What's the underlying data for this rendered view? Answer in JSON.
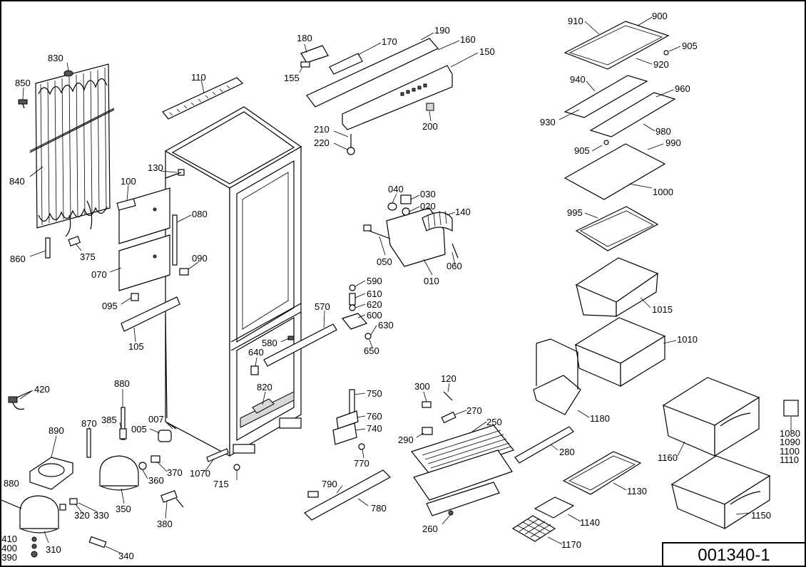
{
  "document_number": "001340-1",
  "callouts": [
    {
      "id": "830",
      "label": "830"
    },
    {
      "id": "850",
      "label": "850"
    },
    {
      "id": "840",
      "label": "840"
    },
    {
      "id": "860",
      "label": "860"
    },
    {
      "id": "375",
      "label": "375"
    },
    {
      "id": "110",
      "label": "110"
    },
    {
      "id": "130",
      "label": "130"
    },
    {
      "id": "100",
      "label": "100"
    },
    {
      "id": "080",
      "label": "080"
    },
    {
      "id": "090",
      "label": "090"
    },
    {
      "id": "070",
      "label": "070"
    },
    {
      "id": "095",
      "label": "095"
    },
    {
      "id": "105",
      "label": "105"
    },
    {
      "id": "420",
      "label": "420"
    },
    {
      "id": "880a",
      "label": "880"
    },
    {
      "id": "385",
      "label": "385"
    },
    {
      "id": "870",
      "label": "870"
    },
    {
      "id": "890",
      "label": "890"
    },
    {
      "id": "007",
      "label": "007"
    },
    {
      "id": "005",
      "label": "005"
    },
    {
      "id": "370",
      "label": "370"
    },
    {
      "id": "360",
      "label": "360"
    },
    {
      "id": "350",
      "label": "350"
    },
    {
      "id": "1070",
      "label": "1070"
    },
    {
      "id": "715",
      "label": "715"
    },
    {
      "id": "380",
      "label": "380"
    },
    {
      "id": "880b",
      "label": "880"
    },
    {
      "id": "320",
      "label": "320"
    },
    {
      "id": "330",
      "label": "330"
    },
    {
      "id": "310",
      "label": "310"
    },
    {
      "id": "410",
      "label": "410"
    },
    {
      "id": "400",
      "label": "400"
    },
    {
      "id": "390",
      "label": "390"
    },
    {
      "id": "340",
      "label": "340"
    },
    {
      "id": "180",
      "label": "180"
    },
    {
      "id": "170",
      "label": "170"
    },
    {
      "id": "190",
      "label": "190"
    },
    {
      "id": "160",
      "label": "160"
    },
    {
      "id": "150",
      "label": "150"
    },
    {
      "id": "155",
      "label": "155"
    },
    {
      "id": "200",
      "label": "200"
    },
    {
      "id": "210",
      "label": "210"
    },
    {
      "id": "220",
      "label": "220"
    },
    {
      "id": "040",
      "label": "040"
    },
    {
      "id": "030",
      "label": "030"
    },
    {
      "id": "020",
      "label": "020"
    },
    {
      "id": "140",
      "label": "140"
    },
    {
      "id": "050",
      "label": "050"
    },
    {
      "id": "060",
      "label": "060"
    },
    {
      "id": "010",
      "label": "010"
    },
    {
      "id": "590",
      "label": "590"
    },
    {
      "id": "610",
      "label": "610"
    },
    {
      "id": "620",
      "label": "620"
    },
    {
      "id": "600",
      "label": "600"
    },
    {
      "id": "630",
      "label": "630"
    },
    {
      "id": "650",
      "label": "650"
    },
    {
      "id": "570",
      "label": "570"
    },
    {
      "id": "580",
      "label": "580"
    },
    {
      "id": "640",
      "label": "640"
    },
    {
      "id": "820",
      "label": "820"
    },
    {
      "id": "750",
      "label": "750"
    },
    {
      "id": "760",
      "label": "760"
    },
    {
      "id": "740",
      "label": "740"
    },
    {
      "id": "770",
      "label": "770"
    },
    {
      "id": "790",
      "label": "790"
    },
    {
      "id": "780",
      "label": "780"
    },
    {
      "id": "300",
      "label": "300"
    },
    {
      "id": "120",
      "label": "120"
    },
    {
      "id": "270",
      "label": "270"
    },
    {
      "id": "250",
      "label": "250"
    },
    {
      "id": "290",
      "label": "290"
    },
    {
      "id": "280",
      "label": "280"
    },
    {
      "id": "260",
      "label": "260"
    },
    {
      "id": "910",
      "label": "910"
    },
    {
      "id": "900",
      "label": "900"
    },
    {
      "id": "905a",
      "label": "905"
    },
    {
      "id": "920",
      "label": "920"
    },
    {
      "id": "940",
      "label": "940"
    },
    {
      "id": "960",
      "label": "960"
    },
    {
      "id": "930",
      "label": "930"
    },
    {
      "id": "980",
      "label": "980"
    },
    {
      "id": "905b",
      "label": "905"
    },
    {
      "id": "990",
      "label": "990"
    },
    {
      "id": "1000",
      "label": "1000"
    },
    {
      "id": "995",
      "label": "995"
    },
    {
      "id": "1015",
      "label": "1015"
    },
    {
      "id": "1010",
      "label": "1010"
    },
    {
      "id": "1180",
      "label": "1180"
    },
    {
      "id": "1080",
      "label": "1080"
    },
    {
      "id": "1090",
      "label": "1090"
    },
    {
      "id": "1100",
      "label": "1100"
    },
    {
      "id": "1110",
      "label": "1110"
    },
    {
      "id": "1160",
      "label": "1160"
    },
    {
      "id": "1130",
      "label": "1130"
    },
    {
      "id": "1140",
      "label": "1140"
    },
    {
      "id": "1150",
      "label": "1150"
    },
    {
      "id": "1170",
      "label": "1170"
    }
  ]
}
